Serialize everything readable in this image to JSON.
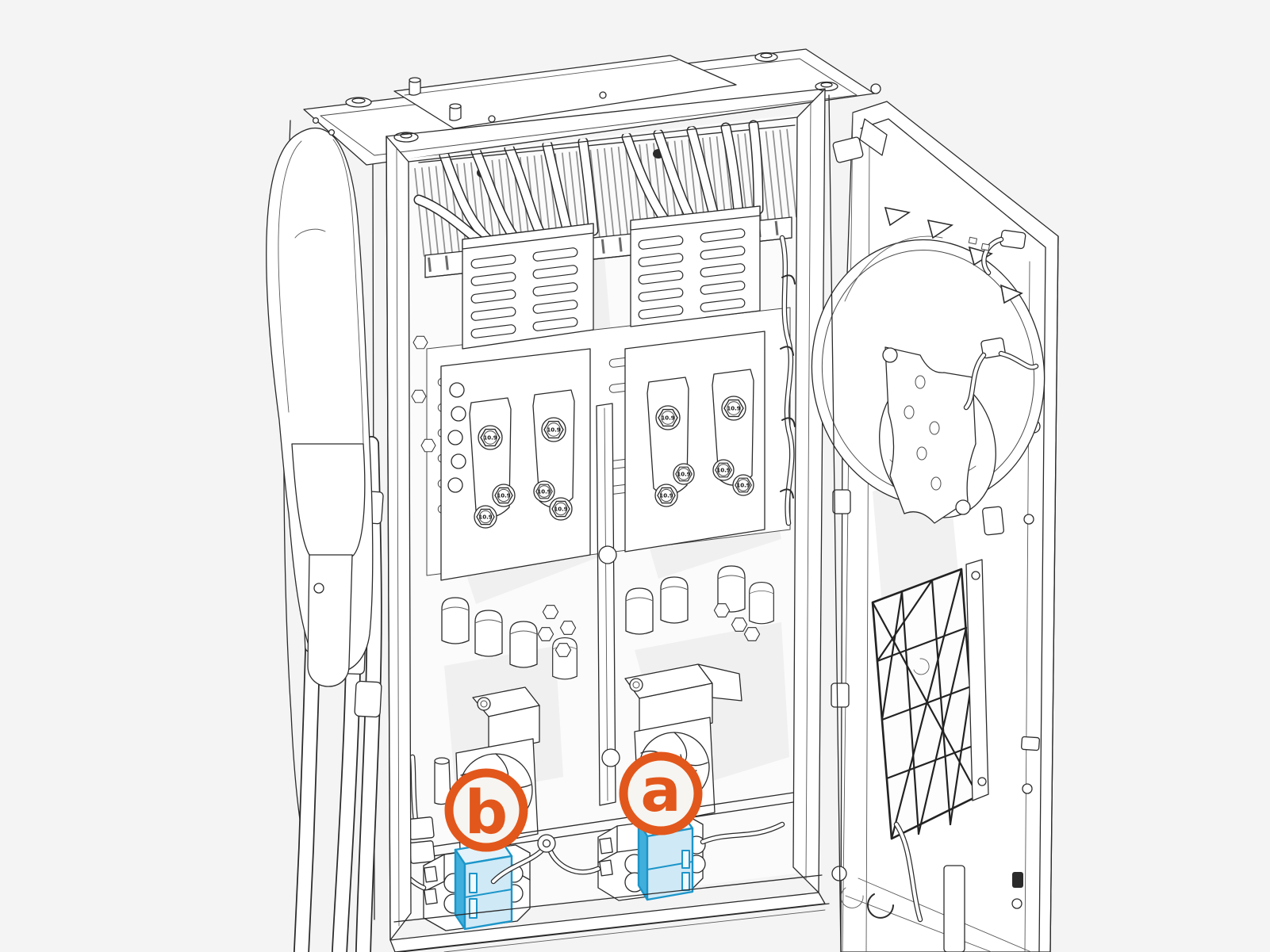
{
  "scene": {
    "kind": "technical-line-illustration",
    "subject": "power cabinet interior with open service door",
    "background_color": "#f4f4f5",
    "line_color": "#2b2b2b"
  },
  "markers": {
    "a": {
      "label": "a",
      "ring_color": "#e2571b",
      "fill_color": "#f7f5f1"
    },
    "b": {
      "label": "b",
      "ring_color": "#e2571b",
      "fill_color": "#f7f5f1"
    }
  },
  "highlight": {
    "stroke_color": "#1b95c9",
    "front_fill": "#cfe9f6",
    "top_fill": "#e3f2fa",
    "side_fill": "#41afdc"
  },
  "hardware": {
    "bolt_grade": "10.9"
  }
}
